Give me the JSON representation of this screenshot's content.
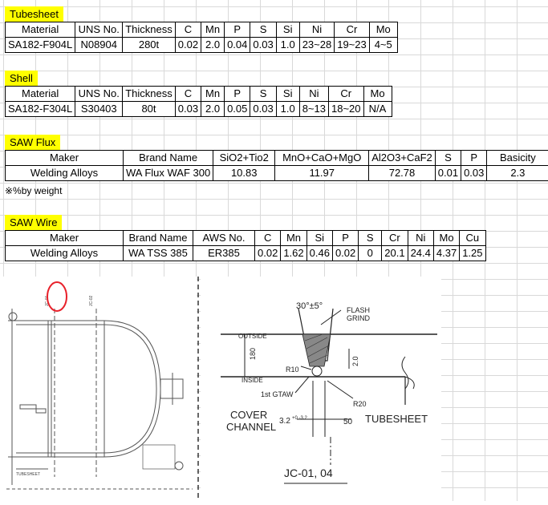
{
  "tubesheet": {
    "title": "Tubesheet",
    "headers": [
      "Material",
      "UNS No.",
      "Thickness",
      "C",
      "Mn",
      "P",
      "S",
      "Si",
      "Ni",
      "Cr",
      "Mo"
    ],
    "row": [
      "SA182-F904L",
      "N08904",
      "280t",
      "0.02",
      "2.0",
      "0.04",
      "0.03",
      "1.0",
      "23~28",
      "19~23",
      "4~5"
    ]
  },
  "shell": {
    "title": "Shell",
    "headers": [
      "Material",
      "UNS No.",
      "Thickness",
      "C",
      "Mn",
      "P",
      "S",
      "Si",
      "Ni",
      "Cr",
      "Mo"
    ],
    "row": [
      "SA182-F304L",
      "S30403",
      "80t",
      "0.03",
      "2.0",
      "0.05",
      "0.03",
      "1.0",
      "8~13",
      "18~20",
      "N/A"
    ]
  },
  "saw_flux": {
    "title": "SAW Flux",
    "headers": [
      "Maker",
      "Brand Name",
      "SiO2+Tio2",
      "MnO+CaO+MgO",
      "Al2O3+CaF2",
      "S",
      "P",
      "Basicity"
    ],
    "row": [
      "Welding Alloys",
      "WA Flux WAF 300",
      "10.83",
      "11.97",
      "72.78",
      "0.01",
      "0.03",
      "2.3"
    ],
    "note": "※%by weight"
  },
  "saw_wire": {
    "title": "SAW Wire",
    "headers": [
      "Maker",
      "Brand Name",
      "AWS No.",
      "C",
      "Mn",
      "Si",
      "P",
      "S",
      "Cr",
      "Ni",
      "Mo",
      "Cu"
    ],
    "row": [
      "Welding Alloys",
      "WA TSS 385",
      "ER385",
      "0.02",
      "1.62",
      "0.46",
      "0.02",
      "0",
      "20.1",
      "24.4",
      "4.37",
      "1.25"
    ]
  },
  "joint_drawing": {
    "angle": "30°±5°",
    "flash_grind_1": "FLASH",
    "flash_grind_2": "GRIND",
    "outside": "OUTSIDE",
    "inside": "INSIDE",
    "thickness": "180",
    "radius_r10": "R10",
    "dim_top": "2.0",
    "first_pass": "1st GTAW",
    "radius_r20": "R20",
    "cover": "COVER",
    "channel": "CHANNEL",
    "gap_main": "3.2",
    "gap_tol": "+0 -3.2",
    "dim_50": "50",
    "tubesheet": "TUBESHEET",
    "joint_id": "JC-01, 04"
  },
  "colors": {
    "header_bg": "#ffff00",
    "highlight_circle": "#e8202a",
    "hatch": "#444444"
  }
}
